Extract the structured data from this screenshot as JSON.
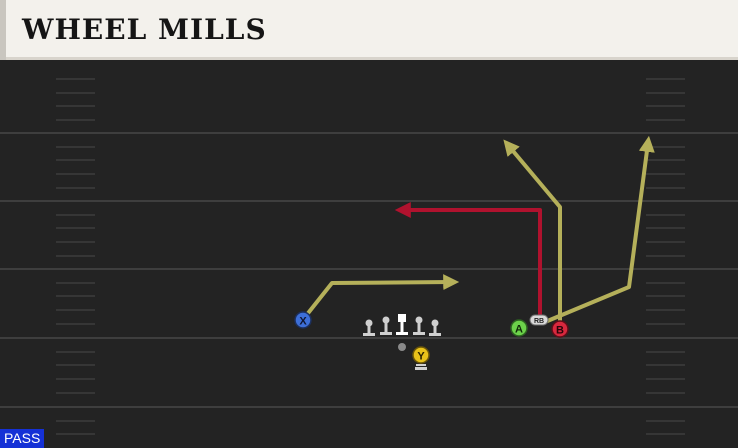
{
  "play": {
    "title": "WHEEL MILLS",
    "type_badge": "PASS"
  },
  "players": {
    "x": "X",
    "y": "Y",
    "a": "A",
    "b": "B",
    "rb": "RB"
  },
  "colors": {
    "field": "#232323",
    "yard_line": "#3d3d3d",
    "route_yellow": "#b5b05a",
    "route_red": "#b0122e",
    "player_x": "#3d6fd8",
    "player_y": "#e8c21a",
    "player_a": "#6cd24a",
    "player_b": "#d8283e",
    "badge": "#1531d6"
  }
}
